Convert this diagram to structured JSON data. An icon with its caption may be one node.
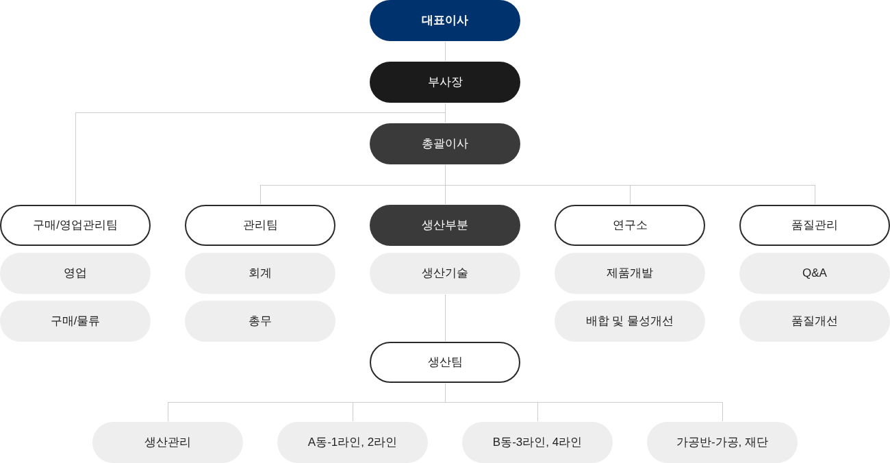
{
  "diagram": {
    "nodes": [
      {
        "text": [
          "대표이사"
        ]
      },
      {
        "text": [
          "부사장"
        ]
      },
      {
        "text": [
          "총괄이사"
        ]
      },
      {
        "text": [
          "구매/영업관리팀"
        ]
      },
      {
        "text": [
          "관리팀"
        ]
      },
      {
        "text": [
          "생산부분"
        ]
      },
      {
        "text": [
          "연구소"
        ]
      },
      {
        "text": [
          "품질관리"
        ]
      },
      {
        "text": [
          "영업"
        ]
      },
      {
        "text": [
          "회계"
        ]
      },
      {
        "text": [
          "생산기술"
        ]
      },
      {
        "text": [
          "제품개발"
        ]
      },
      {
        "text": [
          "Q&A"
        ]
      },
      {
        "text": [
          "구매/물류"
        ]
      },
      {
        "text": [
          "총무"
        ]
      },
      {
        "text": [
          "배합 및 물성개선"
        ]
      },
      {
        "text": [
          "품질개선"
        ]
      },
      {
        "text": [
          "생산팀"
        ]
      },
      {
        "text": [
          "생산관리"
        ]
      },
      {
        "text": [
          "A동-1라인, 2라인"
        ]
      },
      {
        "text": [
          "B동-3라인, 4라인"
        ]
      },
      {
        "text": [
          "가공반-가공, 재단"
        ]
      }
    ],
    "edges": [
      {
        "from": 0,
        "to": 1,
        "arrow": "none"
      },
      {
        "from": 1,
        "to": 2,
        "arrow": "none"
      },
      {
        "from": 1,
        "to": 3,
        "arrow": "none"
      },
      {
        "from": 2,
        "to": 4,
        "arrow": "none"
      },
      {
        "from": 2,
        "to": 5,
        "arrow": "none"
      },
      {
        "from": 2,
        "to": 6,
        "arrow": "none"
      },
      {
        "from": 2,
        "to": 7,
        "arrow": "none"
      },
      {
        "from": 10,
        "to": 17,
        "arrow": "none"
      },
      {
        "from": 17,
        "to": 18,
        "arrow": "none"
      },
      {
        "from": 17,
        "to": 19,
        "arrow": "none"
      },
      {
        "from": 17,
        "to": 20,
        "arrow": "none"
      },
      {
        "from": 17,
        "to": 21,
        "arrow": "none"
      }
    ]
  }
}
